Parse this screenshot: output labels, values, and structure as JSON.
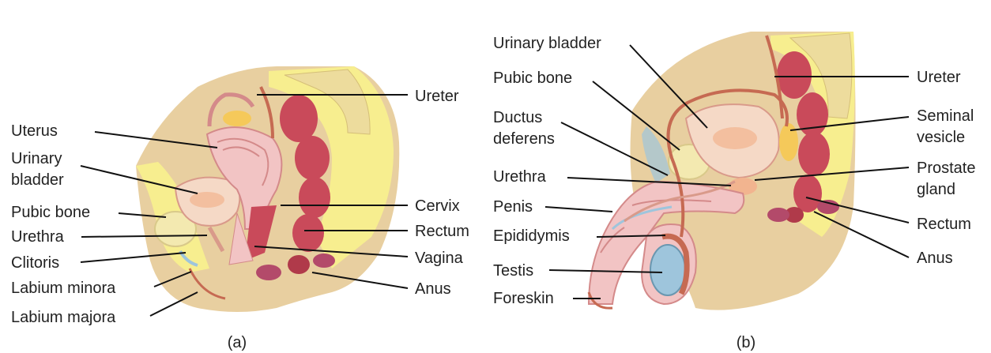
{
  "panel_a": {
    "caption": "(a)",
    "labels": {
      "ureter": "Ureter",
      "uterus": "Uterus",
      "urinary_bladder_1": "Urinary",
      "urinary_bladder_2": "bladder",
      "pubic_bone": "Pubic bone",
      "urethra": "Urethra",
      "clitoris": "Clitoris",
      "labium_minora": "Labium minora",
      "labium_majora": "Labium majora",
      "cervix": "Cervix",
      "rectum": "Rectum",
      "vagina": "Vagina",
      "anus": "Anus"
    }
  },
  "panel_b": {
    "caption": "(b)",
    "labels": {
      "urinary_bladder": "Urinary bladder",
      "pubic_bone": "Pubic bone",
      "ductus_deferens_1": "Ductus",
      "ductus_deferens_2": "deferens",
      "urethra": "Urethra",
      "penis": "Penis",
      "epididymis": "Epididymis",
      "testis": "Testis",
      "foreskin": "Foreskin",
      "ureter": "Ureter",
      "seminal_vesicle_1": "Seminal",
      "seminal_vesicle_2": "vesicle",
      "prostate_gland_1": "Prostate",
      "prostate_gland_2": "gland",
      "rectum": "Rectum",
      "anus": "Anus"
    }
  },
  "colors": {
    "skin": "#e8cfa0",
    "fat": "#f7ee8f",
    "bone": "#f3e9b0",
    "bladder": "#f5d9c6",
    "uterus": "#f2c4c4",
    "rectum": "#c94a5a",
    "blue": "#9ec5dc",
    "vessel": "#c66a52"
  }
}
